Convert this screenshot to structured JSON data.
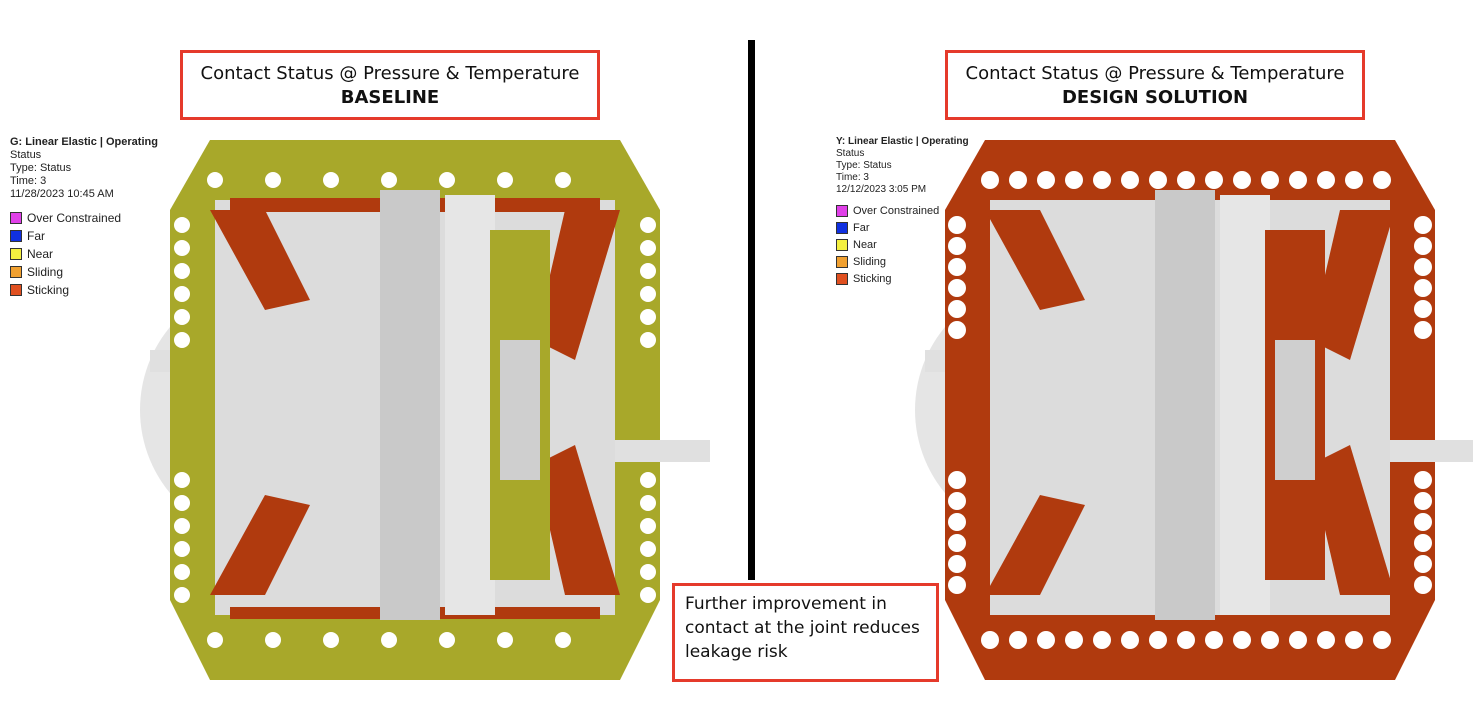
{
  "panels": [
    {
      "title_line1": "Contact Status @ Pressure & Temperature",
      "title_line2": "BASELINE",
      "legend": {
        "header": "G: Linear Elastic | Operating",
        "line_status": "Status",
        "line_type": "Type: Status",
        "line_time": "Time: 3",
        "line_date": "11/28/2023 10:45 AM"
      }
    },
    {
      "title_line1": "Contact Status @ Pressure & Temperature",
      "title_line2": "DESIGN SOLUTION",
      "legend": {
        "header": "Y: Linear Elastic | Operating",
        "line_status": "Status",
        "line_type": "Type: Status",
        "line_time": "Time: 3",
        "line_date": "12/12/2023 3:05 PM"
      }
    }
  ],
  "legend_items": [
    {
      "label": "Over Constrained",
      "color": "#e040e8"
    },
    {
      "label": "Far",
      "color": "#1030e0"
    },
    {
      "label": "Near",
      "color": "#f4f040"
    },
    {
      "label": "Sliding",
      "color": "#f0a030"
    },
    {
      "label": "Sticking",
      "color": "#e05020"
    }
  ],
  "note_text": "Further improvement in contact at the joint reduces leakage risk",
  "colors": {
    "box_border": "#e53a2b",
    "contact_near": "#a8a82a",
    "contact_sticking": "#b03a0e",
    "body_gray": "#dcdcdc"
  }
}
